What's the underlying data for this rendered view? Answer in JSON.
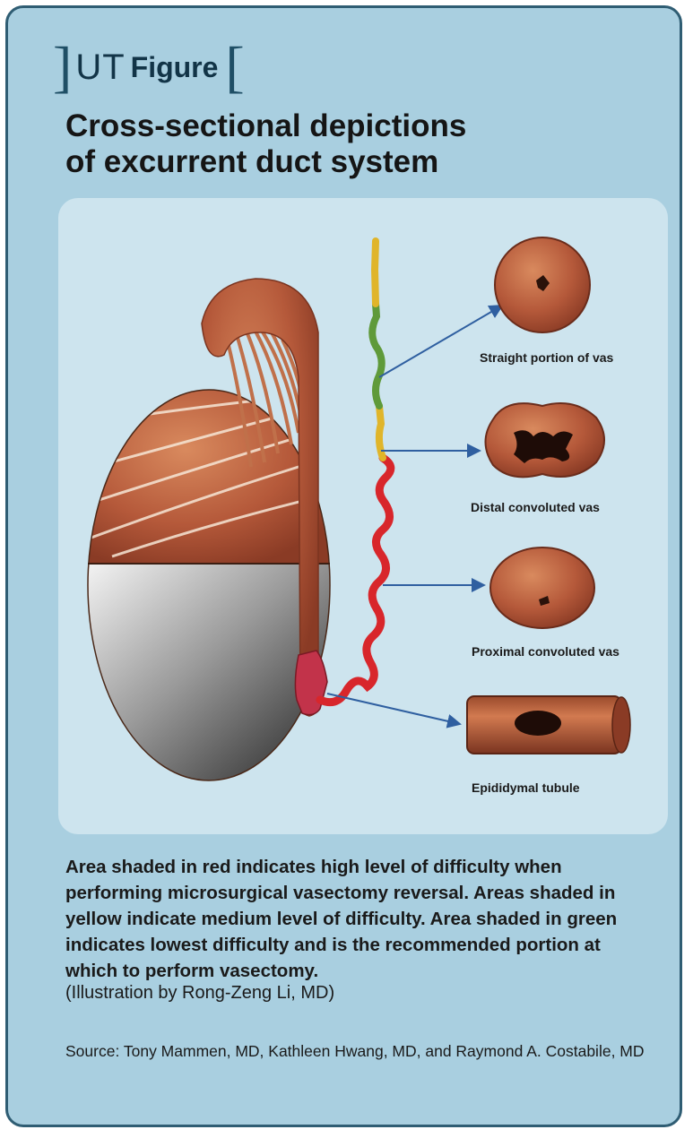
{
  "header": {
    "brand_ut": "UT",
    "brand_figure": "Figure",
    "title_line1": "Cross-sectional depictions",
    "title_line2": "of excurrent duct system"
  },
  "labels": {
    "straight": "Straight portion of vas",
    "distal": "Distal convoluted vas",
    "proximal": "Proximal convoluted vas",
    "epididymal": "Epididymal tubule"
  },
  "caption": {
    "text": "Area shaded in red indicates high level of difficulty when performing microsurgical vasectomy reversal. Areas shaded in yellow indicate medium level of difficulty. Area shaded in green indicates lowest difficulty and is the recommended portion at which to perform vasectomy.",
    "credit": "(Illustration by Rong-Zeng Li, MD)"
  },
  "source": "Source: Tony Mammen, MD, Kathleen Hwang, MD, and Raymond A. Costabile, MD",
  "colors": {
    "high_difficulty": "#d8262b",
    "medium_difficulty": "#e0b52a",
    "low_difficulty": "#5f9a3a",
    "tissue": "#b85f3c",
    "frame_border": "#2f5d73",
    "background": "#a9cfe0"
  }
}
